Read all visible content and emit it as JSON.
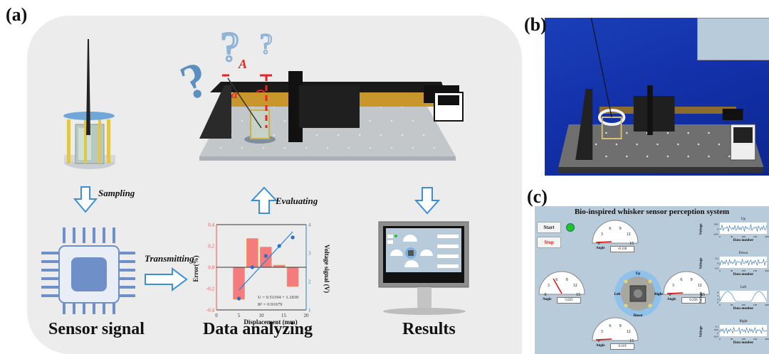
{
  "panels": {
    "a": {
      "label": "(a)",
      "step_labels": {
        "sampling": "Sampling",
        "transmitting": "Transmitting",
        "evaluating": "Evaluating"
      },
      "captions": {
        "sensor_signal": "Sensor signal",
        "data_analyzing": "Data analyzing",
        "results": "Results"
      },
      "annotations": {
        "amplitude_symbol": "A",
        "angle_symbol": "α"
      },
      "colors": {
        "arrow": "#3a8fd6",
        "chip": "#6f8fc8",
        "rail_gold": "#c9962c",
        "platform": "#c4c7ca",
        "question_mark": "#5b8fc0"
      }
    },
    "b": {
      "label": "(b)",
      "background_color": "#1737b0"
    },
    "c": {
      "label": "(c)",
      "app_title": "Bio-inspired whisker sensor  perception system",
      "start_button": "Start",
      "stop_button": "Stop",
      "status_led_color": "#22c322",
      "gauges": [
        {
          "position": "top",
          "label": "Angle",
          "value": "-0.118",
          "needle": -0.118
        },
        {
          "position": "left",
          "label": "Angle",
          "value": "5.025",
          "needle": 5.025
        },
        {
          "position": "right",
          "label": "Angle",
          "value": "0.256",
          "needle": 0.256
        },
        {
          "position": "bottom",
          "label": "Angle",
          "value": "0.119",
          "needle": 0.119
        }
      ],
      "gauge_ticks": [
        "0",
        "3",
        "6",
        "9",
        "12",
        "15"
      ],
      "direction_labels": {
        "up": "Up",
        "down": "Down",
        "left": "Left",
        "right": "Right"
      },
      "mini_charts": [
        {
          "title": "Up",
          "ylabel": "Voltage",
          "xlabel": "Data number",
          "yticks": [
            "0.05",
            "0",
            "-0.05"
          ],
          "xticks": [
            "0",
            "50",
            "100",
            "150",
            "200"
          ]
        },
        {
          "title": "Down",
          "ylabel": "Voltage",
          "xlabel": "Data number",
          "yticks": [
            "0.2",
            "0",
            "-0.2"
          ],
          "xticks": [
            "0",
            "50",
            "100",
            "150",
            "200"
          ]
        },
        {
          "title": "Left",
          "ylabel": "Voltage",
          "xlabel": "Data number",
          "yticks": [
            "6",
            "4",
            "2",
            "0"
          ],
          "xticks": [
            "0",
            "50",
            "100",
            "150",
            "200"
          ]
        },
        {
          "title": "Right",
          "ylabel": "Voltage",
          "xlabel": "Data number",
          "yticks": [
            "0.1",
            "0.05",
            "0",
            "-0.05"
          ],
          "xticks": [
            "0",
            "50",
            "100",
            "150",
            "200"
          ]
        }
      ]
    }
  },
  "chart_data": {
    "type": "bar",
    "title": "",
    "xlabel": "Displacement (mm)",
    "ylabel": "Error(%)",
    "y2label": "Voltage signal (V)",
    "xlim": [
      0,
      20
    ],
    "ylim": [
      -0.4,
      0.4
    ],
    "y2lim": [
      1,
      4
    ],
    "xticks": [
      "0",
      "5",
      "10",
      "15",
      "20"
    ],
    "yticks": [
      "-0.4",
      "-0.2",
      "0.0",
      "0.2",
      "0.4"
    ],
    "y2ticks": [
      "1",
      "2",
      "3",
      "4"
    ],
    "series": [
      {
        "name": "Error",
        "type": "bar",
        "axis": "left",
        "x": [
          5,
          8,
          11,
          14,
          17
        ],
        "values": [
          -0.3,
          0.27,
          0.19,
          0.02,
          -0.18
        ],
        "color": "#f05050"
      },
      {
        "name": "Voltage signal",
        "type": "scatter",
        "axis": "right",
        "x": [
          5,
          8,
          11,
          14,
          17
        ],
        "values": [
          1.4,
          2.5,
          2.9,
          3.25,
          3.55
        ],
        "color": "#2a7fd4"
      },
      {
        "name": "Linear fit",
        "type": "line",
        "axis": "right",
        "x": [
          5,
          17
        ],
        "values": [
          1.7,
          3.75
        ],
        "color": "#2a7fd4"
      }
    ],
    "annotations": [
      "U = 0.51194 + 1.1839",
      "R² = 0.91679"
    ],
    "grid": false
  }
}
